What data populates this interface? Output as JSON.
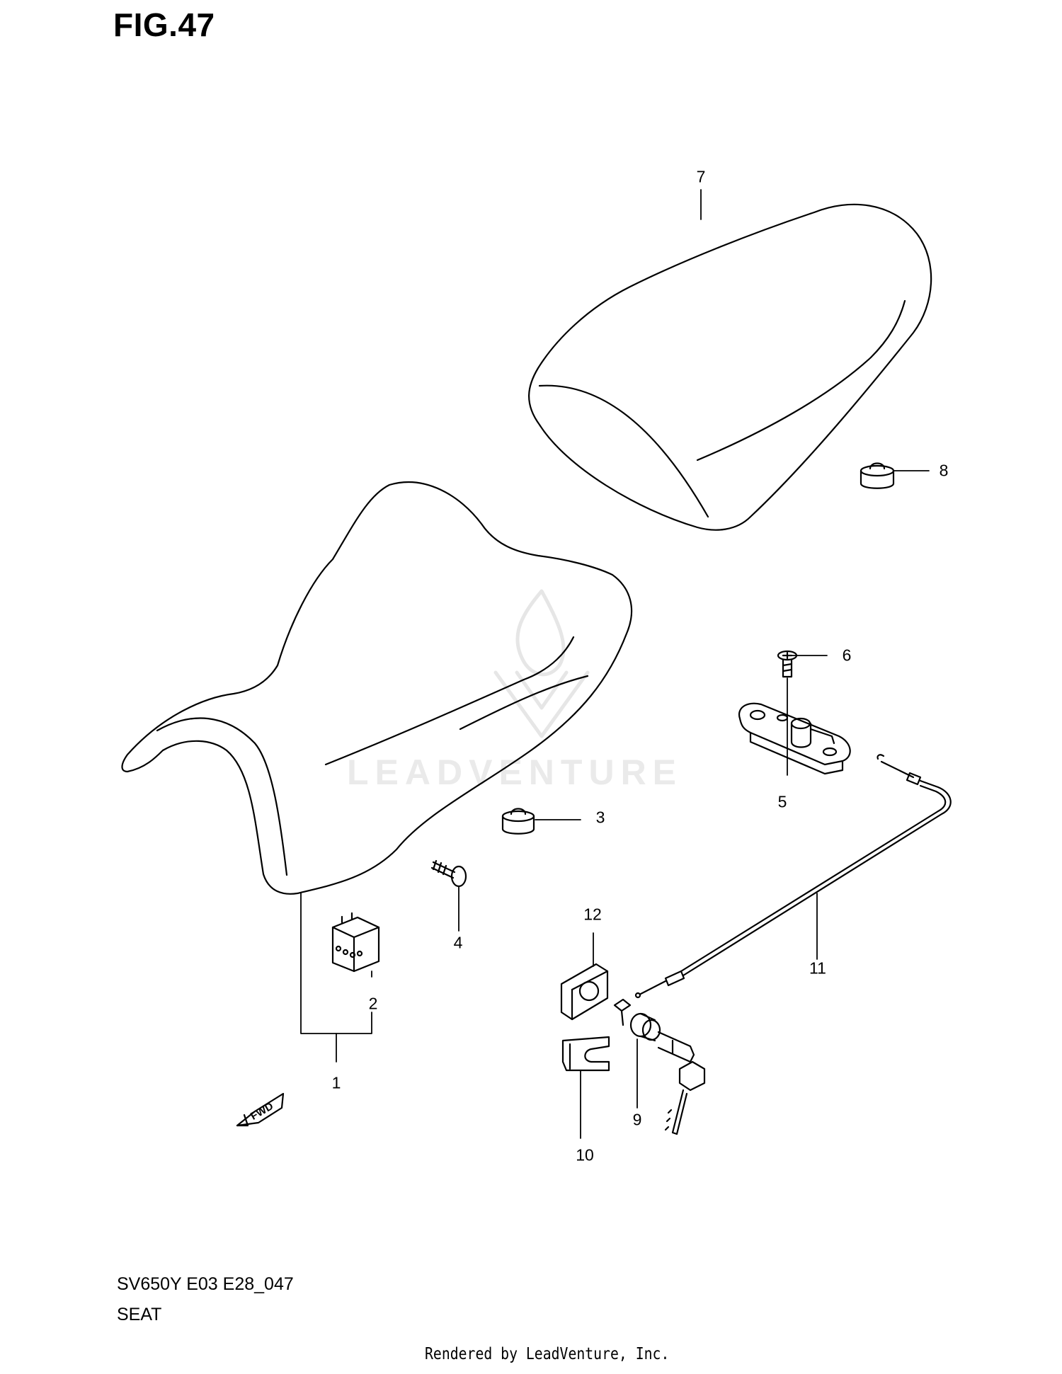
{
  "figure": {
    "title": "FIG.47"
  },
  "callouts": {
    "p1": "1",
    "p2": "2",
    "p3": "3",
    "p4": "4",
    "p5": "5",
    "p6": "6",
    "p7": "7",
    "p8": "8",
    "p9": "9",
    "p10": "10",
    "p11": "11",
    "p12": "12"
  },
  "footer": {
    "model_code": "SV650Y E03 E28_047",
    "section_name": "SEAT",
    "render_credit": "Rendered by LeadVenture, Inc."
  },
  "watermark": {
    "text": "LEADVENTURE"
  },
  "fwd_arrow": {
    "label": "FWD"
  },
  "colors": {
    "line": "#000000",
    "watermark": "#e6e6e6",
    "background": "#ffffff"
  }
}
